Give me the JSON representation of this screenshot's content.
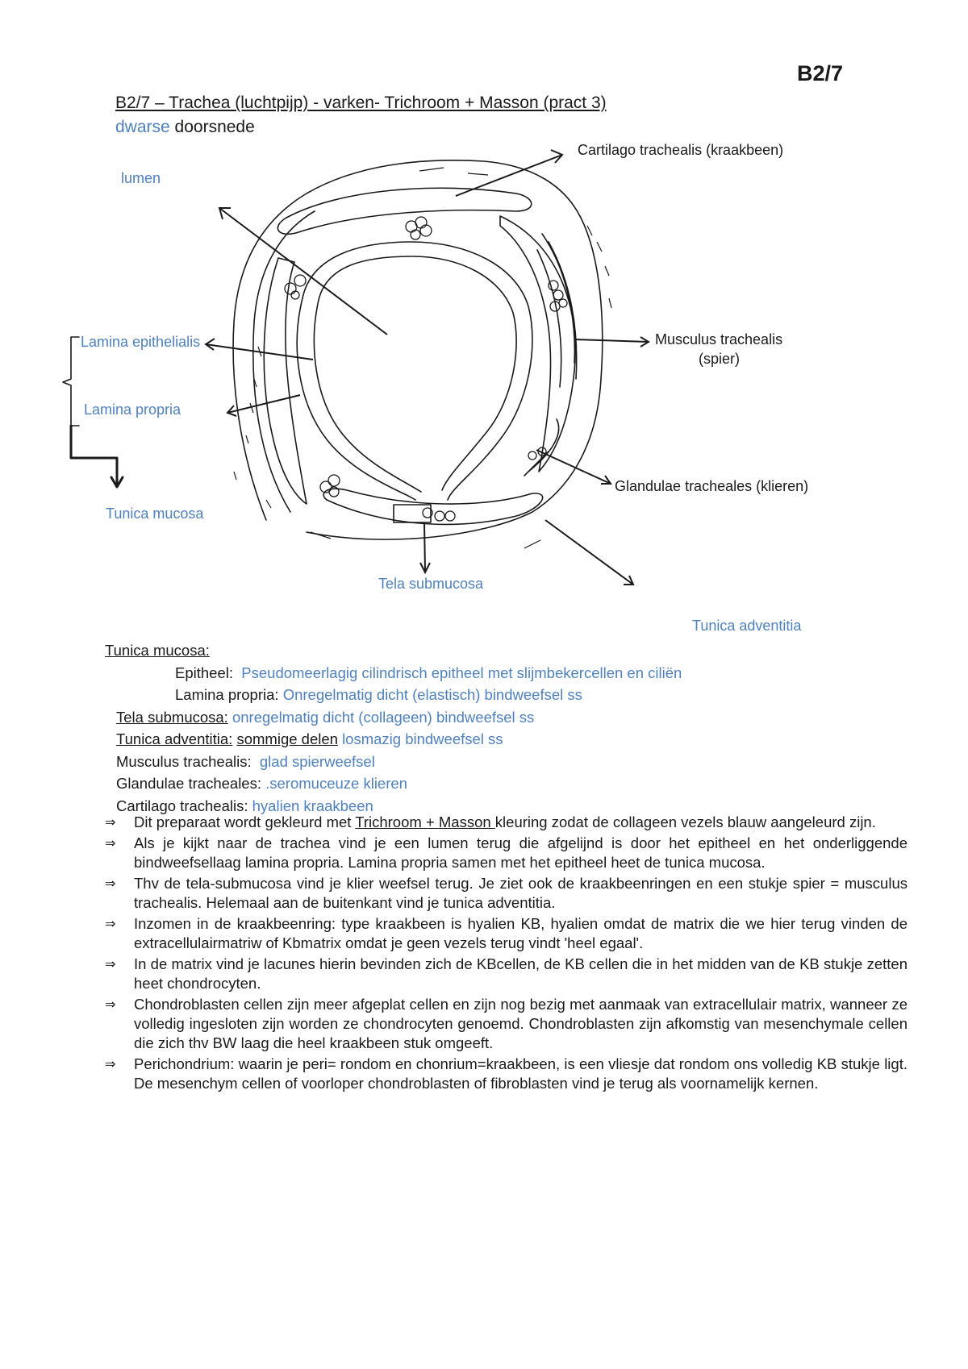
{
  "page_code": "B2/7",
  "title": "B2/7 – Trachea (luchtpijp) - varken- Trichroom + Masson (pract 3)",
  "subtitle": {
    "blue": "dwarse",
    "rest": "doorsnede"
  },
  "diagram_labels": {
    "cartilago": "Cartilago trachealis (kraakbeen)",
    "lumen": "lumen",
    "lamina_epithelialis": "Lamina epithelialis",
    "lamina_propria": "Lamina propria",
    "musculus_line1": "Musculus trachealis",
    "musculus_line2": "(spier)",
    "glandulae": "Glandulae tracheales (klieren)",
    "tunica_mucosa": "Tunica mucosa",
    "tela_submucosa": "Tela submucosa",
    "tunica_adventitia": "Tunica adventitia"
  },
  "definitions": {
    "heading": "Tunica mucosa:",
    "epitheel_label": "Epitheel:",
    "epitheel_value": "Pseudomeerlagig cilindrisch epitheel met slijmbekercellen en ciliën",
    "lamina_label": "Lamina propria:",
    "lamina_value": "Onregelmatig dicht (elastisch) bindweefsel ss",
    "tela_label": "Tela submucosa:",
    "tela_value": "onregelmatig dicht (collageen) bindweefsel ss",
    "adventitia_label": "Tunica adventitia:",
    "adventitia_mid": "sommige delen",
    "adventitia_value": "losmazig bindweefsel ss",
    "musculus_label": "Musculus trachealis:",
    "musculus_value": "glad spierweefsel",
    "glandulae_label": "Glandulae tracheales:",
    "glandulae_value": ".seromuceuze klieren",
    "cartilago_label": "Cartilago trachealis:",
    "cartilago_value": "hyalien kraakbeen"
  },
  "notes": {
    "arrow_glyph": "⇒",
    "n1_pre": "Dit preparaat wordt gekleurd met ",
    "n1_u": "Trichroom + Masson ",
    "n1_post": "kleuring zodat de collageen vezels blauw aangeleurd zijn.",
    "n2": "Als je kijkt naar de trachea vind je een lumen terug die afgelijnd is door het epitheel en het onderliggende bindweefsellaag lamina propria. Lamina propria samen met het epitheel heet de tunica mucosa.",
    "n3": "Thv de tela-submucosa vind je klier weefsel terug. Je ziet ook de kraakbeenringen en een stukje spier = musculus trachealis. Helemaal aan de buitenkant vind je tunica adventitia.",
    "n4": "Inzomen in de kraakbeenring: type kraakbeen is hyalien KB, hyalien omdat de matrix die we hier terug vinden de extracellulairmatriw of Kbmatrix  omdat je geen vezels terug vindt 'heel egaal'.",
    "n5": "In de matrix vind je lacunes hierin bevinden zich de KBcellen, de KB cellen die in het midden van de KB stukje zetten heet chondrocyten.",
    "n6": "Chondroblasten cellen zijn meer afgeplat cellen en zijn nog bezig met aanmaak van extracellulair matrix, wanneer ze volledig ingesloten zijn worden ze chondrocyten genoemd. Chondroblasten zijn afkomstig van mesenchymale cellen die zich thv BW laag die heel kraakbeen stuk omgeeft.",
    "n7": "Perichondrium: waarin je peri= rondom en chonrium=kraakbeen, is een vliesje dat rondom ons volledig KB stukje ligt. De mesenchym cellen of voorloper chondroblasten of fibroblasten vind je terug als voornamelijk kernen."
  },
  "colors": {
    "label_blue": "#4f81bd",
    "ink": "#1a1a1a"
  }
}
